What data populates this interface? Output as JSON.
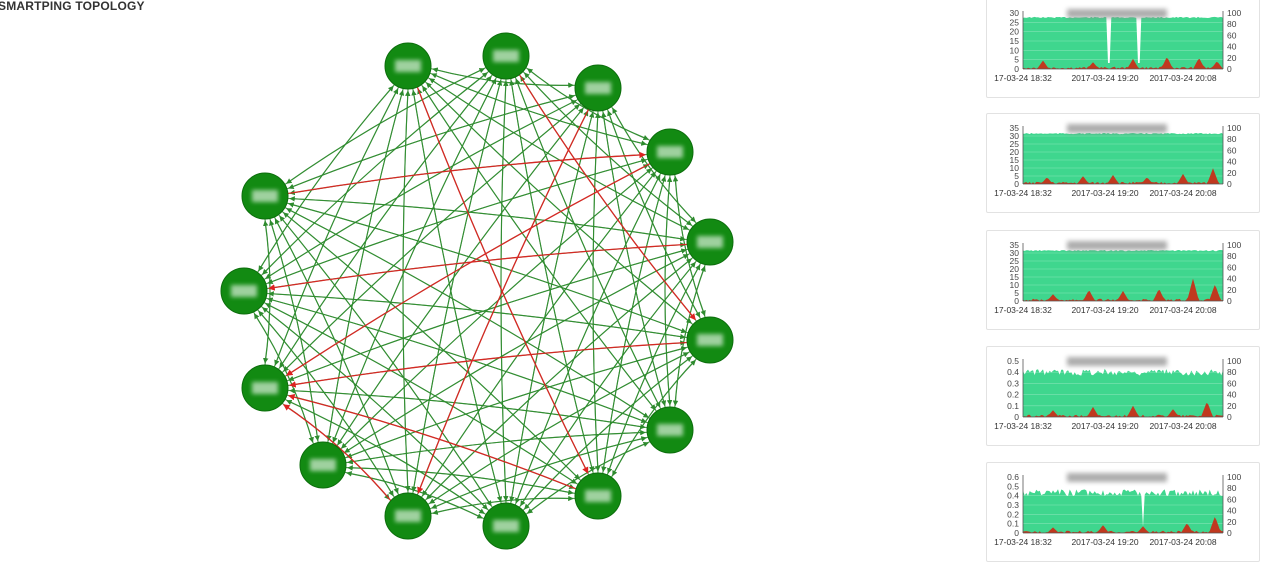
{
  "page": {
    "title": "SMARTPING TOPOLOGY"
  },
  "colors": {
    "node_fill": "#128a12",
    "node_stroke": "#0c6e0c",
    "edge_ok": "#2e8b2e",
    "edge_alert": "#dd2222",
    "chart_fill": "#3fd68e",
    "loss_fill": "#c0391f",
    "axis": "#555555"
  },
  "topology": {
    "node_count": 14,
    "alert_target_index": 11,
    "alert_sources": [
      3,
      5,
      7,
      9
    ],
    "alert_pairs": [
      [
        0,
        7
      ],
      [
        1,
        5
      ],
      [
        2,
        9
      ],
      [
        4,
        12
      ],
      [
        13,
        3
      ]
    ]
  },
  "panels": [
    {
      "left_axis": [
        "30",
        "25",
        "20",
        "15",
        "10",
        "5",
        "0"
      ],
      "right_axis": [
        "100",
        "80",
        "60",
        "40",
        "20",
        "0"
      ],
      "x_labels": [
        "17-03-24 18:32",
        "2017-03-24 19:20",
        "2017-03-24 20:08"
      ],
      "chart_data": {
        "type": "area",
        "ylim_left": [
          0,
          30
        ],
        "ylim_right": [
          0,
          100
        ],
        "latency_level": 0.92,
        "dips": [
          0.43,
          0.58
        ],
        "loss_peaks": [
          [
            0.1,
            15
          ],
          [
            0.35,
            12
          ],
          [
            0.55,
            18
          ],
          [
            0.72,
            22
          ],
          [
            0.88,
            20
          ],
          [
            0.97,
            14
          ]
        ]
      }
    },
    {
      "left_axis": [
        "35",
        "30",
        "25",
        "20",
        "15",
        "10",
        "5",
        "0"
      ],
      "right_axis": [
        "100",
        "80",
        "60",
        "40",
        "20",
        "0"
      ],
      "x_labels": [
        "17-03-24 18:32",
        "2017-03-24 19:20",
        "2017-03-24 20:08"
      ],
      "chart_data": {
        "type": "area",
        "ylim_left": [
          0,
          35
        ],
        "ylim_right": [
          0,
          100
        ],
        "latency_level": 0.9,
        "dips": [],
        "loss_peaks": [
          [
            0.12,
            12
          ],
          [
            0.3,
            14
          ],
          [
            0.45,
            16
          ],
          [
            0.62,
            12
          ],
          [
            0.8,
            18
          ],
          [
            0.95,
            28
          ]
        ]
      }
    },
    {
      "left_axis": [
        "35",
        "30",
        "25",
        "20",
        "15",
        "10",
        "5",
        "0"
      ],
      "right_axis": [
        "100",
        "80",
        "60",
        "40",
        "20",
        "0"
      ],
      "x_labels": [
        "17-03-24 18:32",
        "2017-03-24 19:20",
        "2017-03-24 20:08"
      ],
      "chart_data": {
        "type": "area",
        "ylim_left": [
          0,
          35
        ],
        "ylim_right": [
          0,
          100
        ],
        "latency_level": 0.9,
        "dips": [],
        "loss_peaks": [
          [
            0.15,
            12
          ],
          [
            0.33,
            20
          ],
          [
            0.5,
            18
          ],
          [
            0.68,
            22
          ],
          [
            0.85,
            40
          ],
          [
            0.96,
            30
          ]
        ]
      }
    },
    {
      "left_axis": [
        "0.5",
        "0.4",
        "0.3",
        "0.2",
        "0.1",
        "0"
      ],
      "right_axis": [
        "100",
        "80",
        "60",
        "40",
        "20",
        "0"
      ],
      "x_labels": [
        "17-03-24 18:32",
        "2017-03-24 19:20",
        "2017-03-24 20:08"
      ],
      "chart_data": {
        "type": "area",
        "ylim_left": [
          0,
          0.5
        ],
        "ylim_right": [
          0,
          100
        ],
        "latency_level": 0.8,
        "dips": [],
        "noisy": true,
        "loss_peaks": [
          [
            0.15,
            12
          ],
          [
            0.35,
            18
          ],
          [
            0.55,
            20
          ],
          [
            0.75,
            14
          ],
          [
            0.92,
            28
          ]
        ]
      }
    },
    {
      "left_axis": [
        "0.6",
        "0.5",
        "0.4",
        "0.3",
        "0.2",
        "0.1",
        "0"
      ],
      "right_axis": [
        "100",
        "80",
        "60",
        "40",
        "20",
        "0"
      ],
      "x_labels": [
        "17-03-24 18:32",
        "2017-03-24 19:20",
        "2017-03-24 20:08"
      ],
      "chart_data": {
        "type": "area",
        "ylim_left": [
          0,
          0.6
        ],
        "ylim_right": [
          0,
          100
        ],
        "latency_level": 0.72,
        "dips": [
          0.6
        ],
        "noisy": true,
        "loss_peaks": [
          [
            0.15,
            10
          ],
          [
            0.4,
            14
          ],
          [
            0.6,
            12
          ],
          [
            0.82,
            18
          ],
          [
            0.96,
            30
          ]
        ]
      }
    }
  ]
}
